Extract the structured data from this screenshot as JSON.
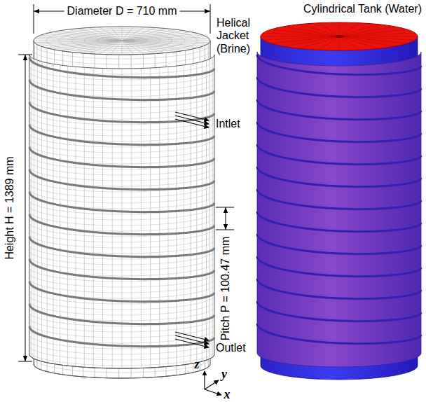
{
  "diagram": {
    "labels": [
      "Diameter D = 710 mm",
      "Height H = 1389 mm",
      "Pitch P = 100.47 mm",
      "Cylindrical Tank (Water)",
      "Helical Jacket (Brine)",
      "Intlet",
      "Outlet",
      "z",
      "y",
      "x"
    ]
  }
}
